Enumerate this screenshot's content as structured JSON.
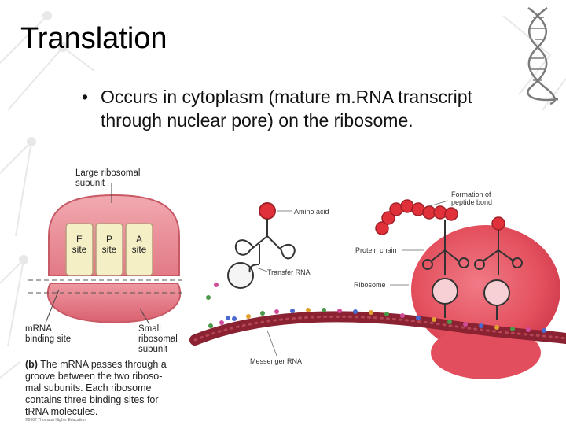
{
  "slide": {
    "title": "Translation",
    "bullet": "Occurs in cytoplasm (mature m.RNA transcript through nuclear pore) on the ribosome.",
    "bullet_symbol": "•"
  },
  "left_diagram": {
    "large_subunit_label": [
      "Large ribosomal",
      "subunit"
    ],
    "sites": [
      {
        "letter": "E",
        "word": "site"
      },
      {
        "letter": "P",
        "word": "site"
      },
      {
        "letter": "A",
        "word": "site"
      }
    ],
    "mrna_site_label": [
      "mRNA",
      "binding site"
    ],
    "small_subunit_label": [
      "Small",
      "ribosomal",
      "subunit"
    ],
    "caption_tag": "(b)",
    "caption_lines": [
      "The mRNA passes through a",
      "groove between the two riboso-",
      "mal subunits. Each ribosome",
      "contains three binding sites for",
      "tRNA molecules."
    ],
    "copyright": "©2007 Thomson Higher Education"
  },
  "right_diagram": {
    "amino_acid": "Amino acid",
    "transfer_rna": "Transfer RNA",
    "formation": [
      "Formation of",
      "peptide bond"
    ],
    "protein_chain": "Protein chain",
    "ribosome": "Ribosome",
    "messenger_rna": "Messenger RNA"
  },
  "colors": {
    "ribosome_pink": "#e8808a",
    "ribosome_dark": "#c44654",
    "site_yellow": "#f5efc6",
    "mrna_maroon": "#8a2232",
    "amino_red": "#e0303a"
  }
}
